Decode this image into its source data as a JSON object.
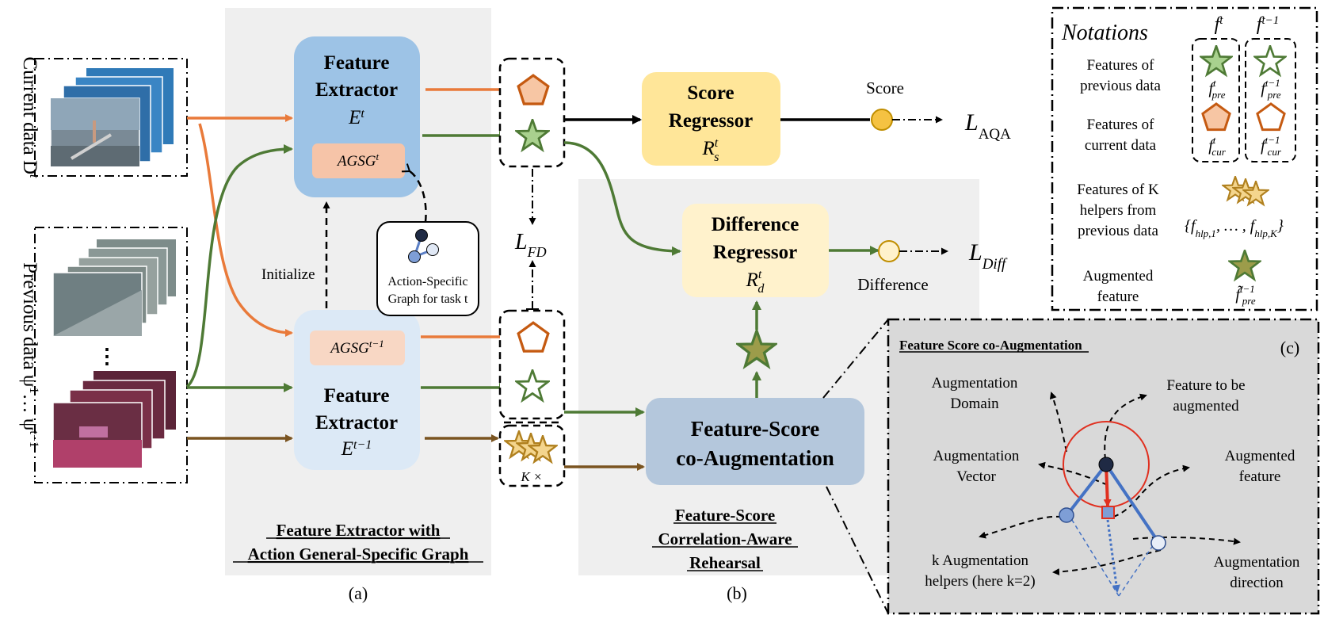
{
  "left_labels": {
    "current_data": "Current data D",
    "current_sup": "t",
    "previous_data": "Previous data ψ",
    "previous_sub1": "1",
    "previous_ellipsis": "… ψ",
    "previous_sub2": "t−1"
  },
  "extractor_current": {
    "title1": "Feature",
    "title2": "Extractor",
    "symbol": "E",
    "sup": "t",
    "agsg": "AGSG",
    "agsg_sup": "t"
  },
  "extractor_prev": {
    "title1": "Feature",
    "title2": "Extractor",
    "symbol": "E",
    "sup": "t−1",
    "agsg": "AGSG",
    "agsg_sup": "t−1"
  },
  "initialize_label": "Initialize",
  "graph_callout": {
    "line1": "Action-Specific",
    "line2": "Graph for task t"
  },
  "panel_a": {
    "caption1": "Feature Extractor with",
    "caption2": "Action General-Specific Graph",
    "tag": "(a)"
  },
  "score_regressor": {
    "title1": "Score",
    "title2": "Regressor",
    "symbol": "R",
    "sup": "t",
    "sub": "s"
  },
  "difference_regressor": {
    "title1": "Difference",
    "title2": "Regressor",
    "symbol": "R",
    "sup": "t",
    "sub": "d"
  },
  "score_label": "Score",
  "difference_label": "Difference",
  "loss_aqa": {
    "main": "L",
    "sub": "AQA"
  },
  "loss_diff": {
    "main": "L",
    "sub": "Diff"
  },
  "loss_fd": {
    "main": "L",
    "sub": "FD"
  },
  "k_times": "K ×",
  "fsca_box": {
    "line1": "Feature-Score",
    "line2": "co-Augmentation"
  },
  "panel_b": {
    "caption1": "Feature-Score",
    "caption2": "Correlation-Aware",
    "caption3": "Rehearsal",
    "tag": "(b)"
  },
  "panel_c": {
    "title": "Feature Score co-Augmentation",
    "tag": "(c)",
    "aug_domain": [
      "Augmentation",
      "Domain"
    ],
    "feature_to_aug": [
      "Feature to be",
      "augmented"
    ],
    "aug_vector": [
      "Augmentation",
      "Vector"
    ],
    "augmented_feature": [
      "Augmented",
      "feature"
    ],
    "k_helpers": [
      "k Augmentation",
      "helpers (here k=2)"
    ],
    "aug_direction": [
      "Augmentation",
      "direction"
    ]
  },
  "notations": {
    "title": "Notations",
    "col1": "f",
    "col1_sup": "t",
    "col2": "f",
    "col2_sup": "t−1",
    "row1": [
      "Features of",
      "previous data"
    ],
    "row2": [
      "Features of",
      "current data"
    ],
    "row3": [
      "Features of K",
      "helpers from",
      "previous data"
    ],
    "row4": [
      "Augmented",
      "feature"
    ],
    "f_pre_t": {
      "main": "f",
      "sup": "t",
      "sub": "pre"
    },
    "f_pre_t1": {
      "main": "f",
      "sup": "t−1",
      "sub": "pre"
    },
    "f_cur_t": {
      "main": "f",
      "sup": "t",
      "sub": "cur"
    },
    "f_cur_t1": {
      "main": "f",
      "sup": "t−1",
      "sub": "cur"
    },
    "helpers_set": "{f",
    "helpers_sub1": "hlp,1",
    "helpers_mid": ", … , f",
    "helpers_sub2": "hlp,K",
    "helpers_close": "}",
    "aug_feature": {
      "main": "f̃",
      "sup": "t−1",
      "sub": "pre"
    }
  },
  "colors": {
    "orange_arrow": "#e97a3a",
    "green_arrow": "#4e7a35",
    "brown_arrow": "#7a5420",
    "extractor_blue": "#9dc3e6",
    "extractor_light": "#dce9f6",
    "agsg_fill": "#f6c4a8",
    "regressor_yellow": "#ffe699",
    "regressor_light": "#fff2cc",
    "fsca_fill": "#b4c7dc",
    "panel_gray": "#efefef",
    "panel_c_gray": "#d9d9d9",
    "star_green": "#a9d18e",
    "pentagon_fill": "#f7c6a4",
    "pentagon_stroke": "#c55a11",
    "helper_star": "#f4d58d",
    "aug_star": "#9c9c4a",
    "blue_vector": "#4472c4",
    "red_vector": "#e03020"
  }
}
